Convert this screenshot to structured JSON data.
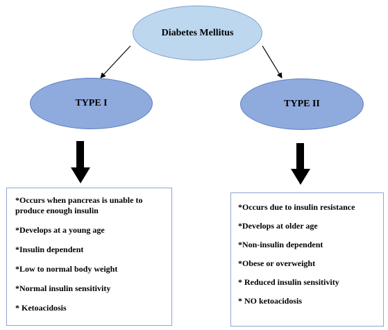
{
  "diagram": {
    "root": {
      "label": "Diabetes Mellitus"
    },
    "types": [
      {
        "label": "TYPE I",
        "features": [
          "*Occurs when pancreas is unable to produce enough insulin",
          "*Develops at a young age",
          "*Insulin dependent",
          "*Low to normal  body weight",
          "*Normal insulin sensitivity",
          "* Ketoacidosis"
        ]
      },
      {
        "label": "TYPE II",
        "features": [
          "*Occurs due to insulin resistance",
          "*Develops at older age",
          "*Non-insulin dependent",
          "*Obese or overweight",
          "* Reduced insulin sensitivity",
          "* NO ketoacidosis"
        ]
      }
    ],
    "colors": {
      "root_fill": "#bdd7ee",
      "type_fill": "#8faadc",
      "box_border": "#8da7cf",
      "arrow": "#000000"
    }
  }
}
